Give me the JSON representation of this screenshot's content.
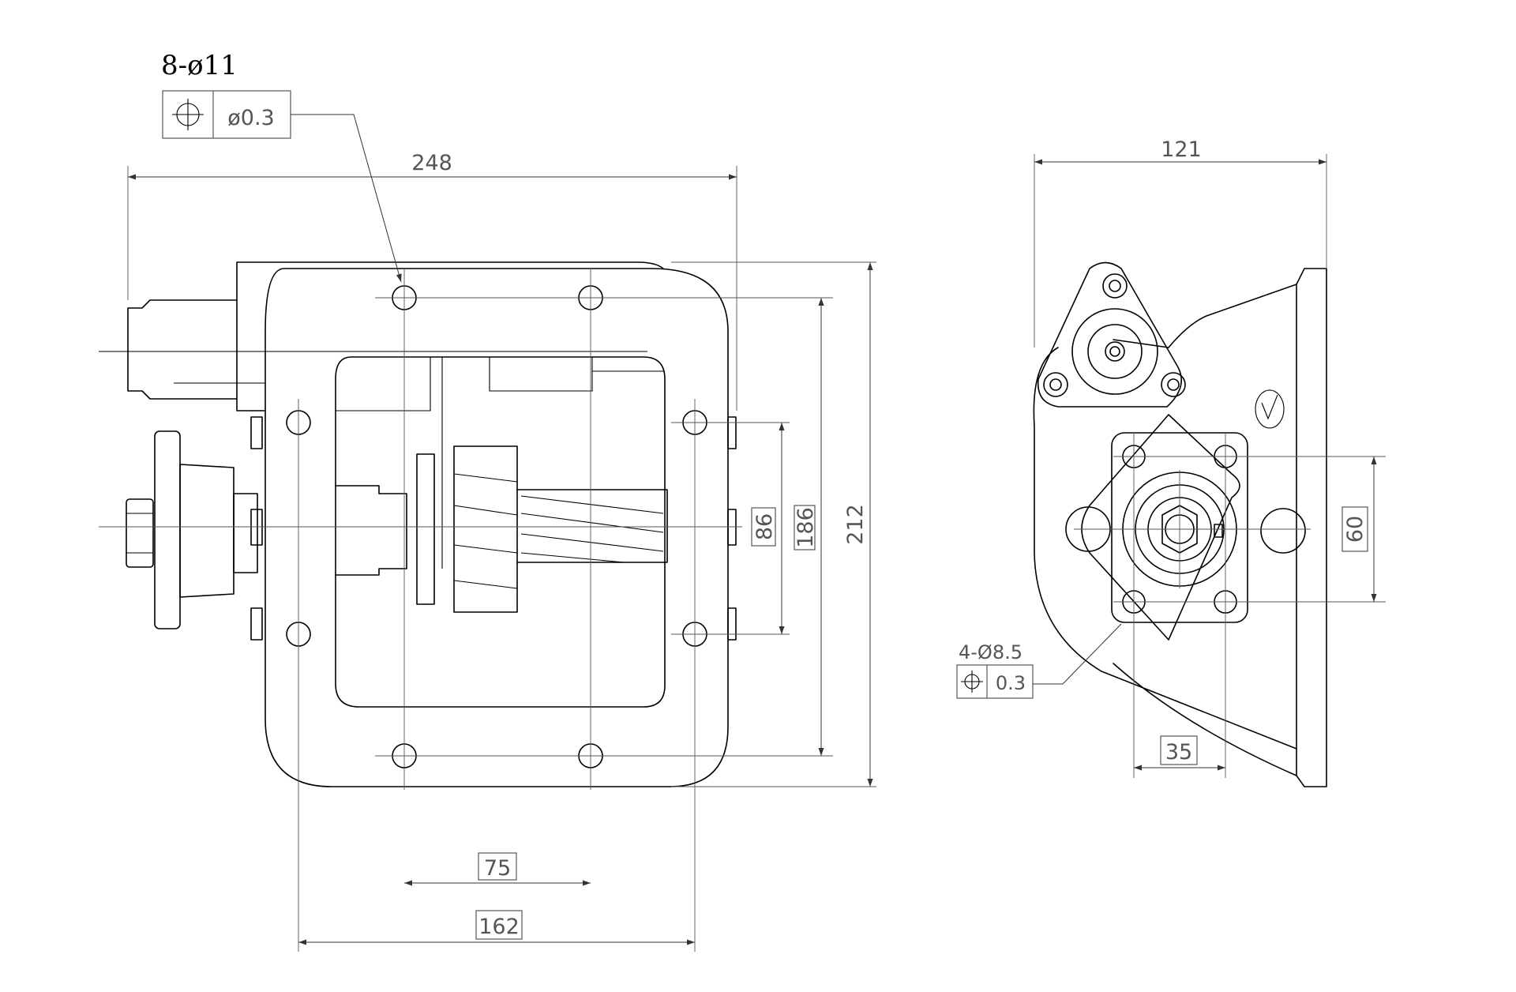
{
  "callouts": {
    "holes_left": "8-ø11",
    "tolerance_left": "ø0.3",
    "holes_right": "4-Ø8.5",
    "tolerance_right": "0.3"
  },
  "dimensions": {
    "overall_width": "248",
    "overall_height": "212",
    "hole_pitch_vertical": "186",
    "shaft_center_height": "86",
    "hole_spacing_small": "75",
    "hole_spacing_wide": "162",
    "side_width": "121",
    "flange_height": "60",
    "flange_width": "35"
  },
  "icons": {
    "position_tolerance": "crosshair-circle-icon"
  }
}
